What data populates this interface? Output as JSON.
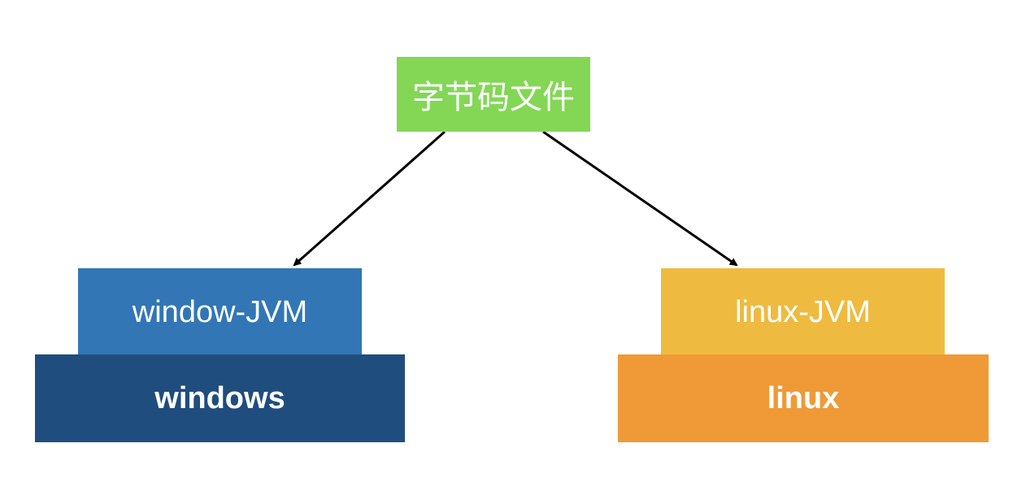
{
  "diagram": {
    "root": {
      "label": "字节码文件",
      "color": "#83D755"
    },
    "left_stack": {
      "jvm": {
        "label": "window-JVM",
        "color": "#3276B5"
      },
      "os": {
        "label": "windows",
        "color": "#1F4D7E"
      }
    },
    "right_stack": {
      "jvm": {
        "label": "linux-JVM",
        "color": "#EEBB40"
      },
      "os": {
        "label": "linux",
        "color": "#EF9A36"
      }
    },
    "edges": [
      {
        "from": "字节码文件",
        "to": "window-JVM"
      },
      {
        "from": "字节码文件",
        "to": "linux-JVM"
      }
    ],
    "arrow_color": "#000000"
  }
}
